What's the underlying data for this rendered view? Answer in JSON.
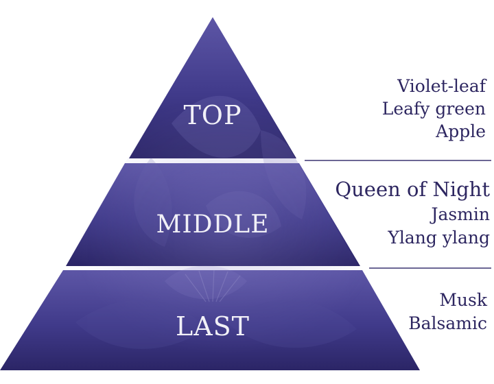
{
  "colors": {
    "pyramid_light": "#5d56a6",
    "pyramid_dark": "#2b2566",
    "label_text": "#f1f0f7",
    "note_text": "#2d2660",
    "divider": "#3a3470",
    "gap": "#ffffff"
  },
  "tiers": [
    {
      "label": "TOP",
      "notes": [
        "Violet-leaf",
        "Leafy green",
        "Apple"
      ]
    },
    {
      "label": "MIDDLE",
      "notes": [
        "Queen of Night",
        "Jasmin",
        "Ylang ylang"
      ]
    },
    {
      "label": "LAST",
      "notes": [
        "Musk",
        "Balsamic"
      ]
    }
  ]
}
